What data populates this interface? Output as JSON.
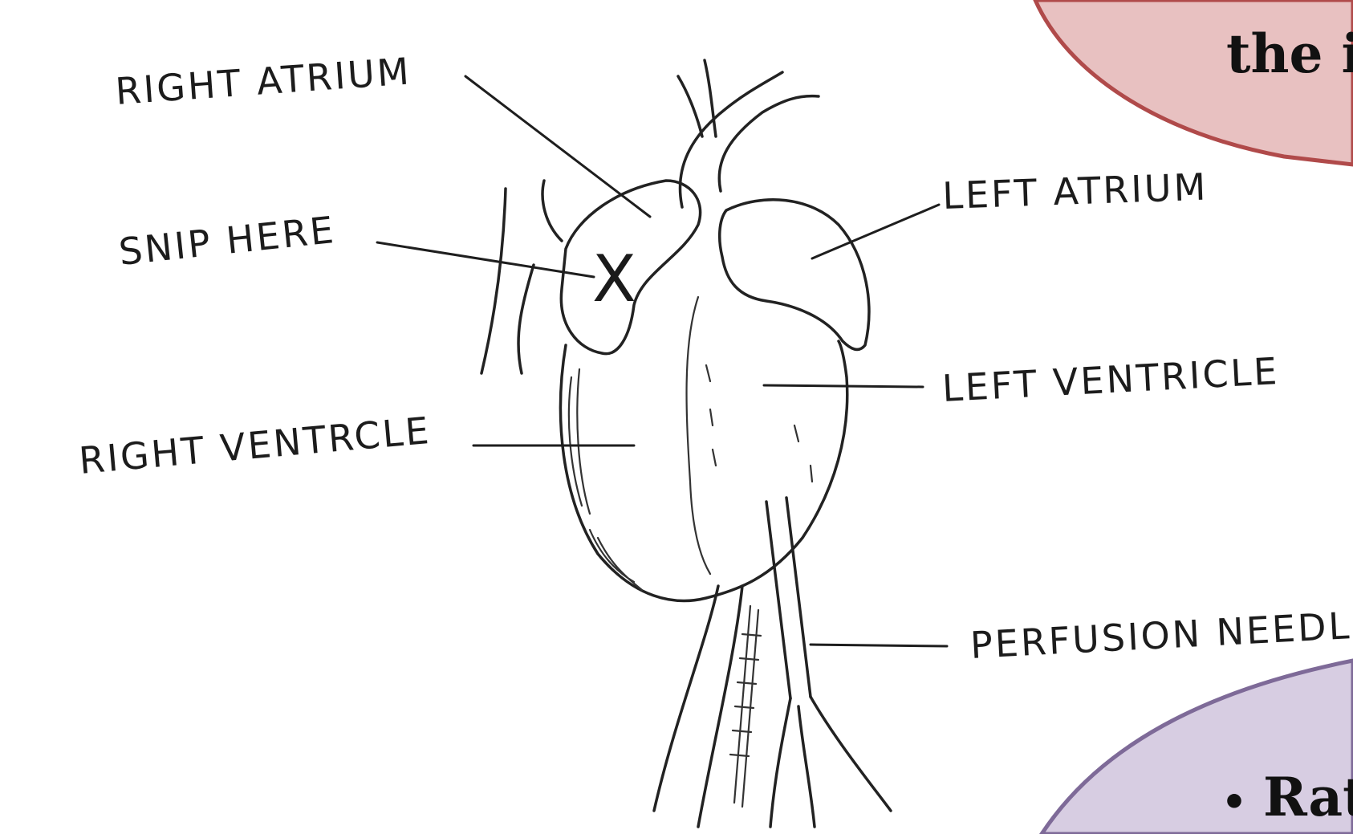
{
  "diagram": {
    "labels": {
      "right_atrium": "RIGHT ATRIUM",
      "snip_here": "SNIP HERE",
      "right_ventricle": "RIGHT VENTRCLE",
      "left_atrium": "LEFT ATRIUM",
      "left_ventricle": "LEFT VENTRICLE",
      "perfusion_needle": "PERFUSION NEEDLE"
    },
    "snip_mark": "X"
  },
  "callouts": {
    "top_text": "the i",
    "bottom_bullet": "•",
    "bottom_text": "Rat"
  },
  "colors": {
    "top_callout_fill": "#e8c1c1",
    "top_callout_border": "#b04a4a",
    "bottom_callout_fill": "#d7cde2",
    "bottom_callout_border": "#7e6a98",
    "ink": "#222222"
  }
}
